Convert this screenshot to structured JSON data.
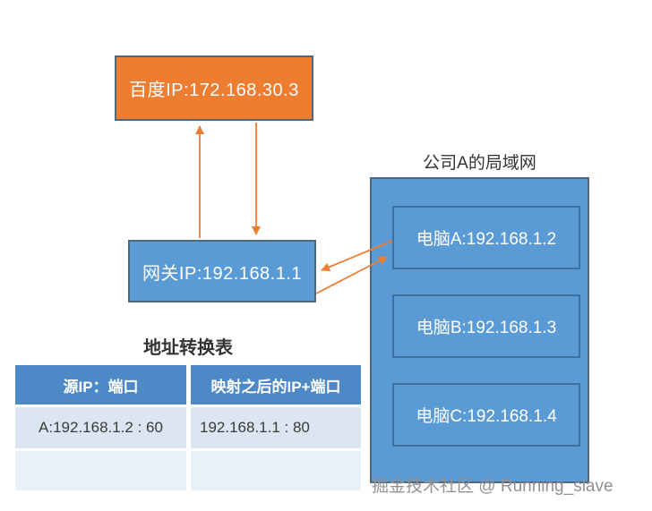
{
  "diagram": {
    "baidu_box": {
      "label": "百度IP:172.168.30.3"
    },
    "gateway_box": {
      "label": "网关IP:192.168.1.1"
    },
    "lan": {
      "title": "公司A的局域网",
      "computers": [
        {
          "label": "电脑A:192.168.1.2"
        },
        {
          "label": "电脑B:192.168.1.3"
        },
        {
          "label": "电脑C:192.168.1.4"
        }
      ]
    },
    "arrows": [
      {
        "name": "gateway-to-baidu",
        "direction": "up"
      },
      {
        "name": "baidu-to-gateway",
        "direction": "down"
      },
      {
        "name": "computer-a-to-gateway",
        "direction": "left-down"
      },
      {
        "name": "gateway-to-computer-a",
        "direction": "right-up"
      }
    ]
  },
  "nat_table": {
    "title": "地址转换表",
    "headers": [
      "源IP：端口",
      "映射之后的IP+端口"
    ],
    "rows": [
      [
        "A:192.168.1.2 : 60",
        "192.168.1.1 : 80"
      ],
      [
        "",
        ""
      ]
    ]
  },
  "watermark": "掘金技术社区 @ Running_slave",
  "colors": {
    "box_orange": "#ED7D31",
    "box_blue": "#5B9BD5",
    "outer_border": "#50687F",
    "inner_border": "#3E6F9E",
    "table_header": "#4D89C6",
    "table_row_odd": "#DCE6F2",
    "table_row_even": "#EAF0F8",
    "arrow": "#ED7D31",
    "title_text": "#333333",
    "watermark_text": "#929292"
  }
}
